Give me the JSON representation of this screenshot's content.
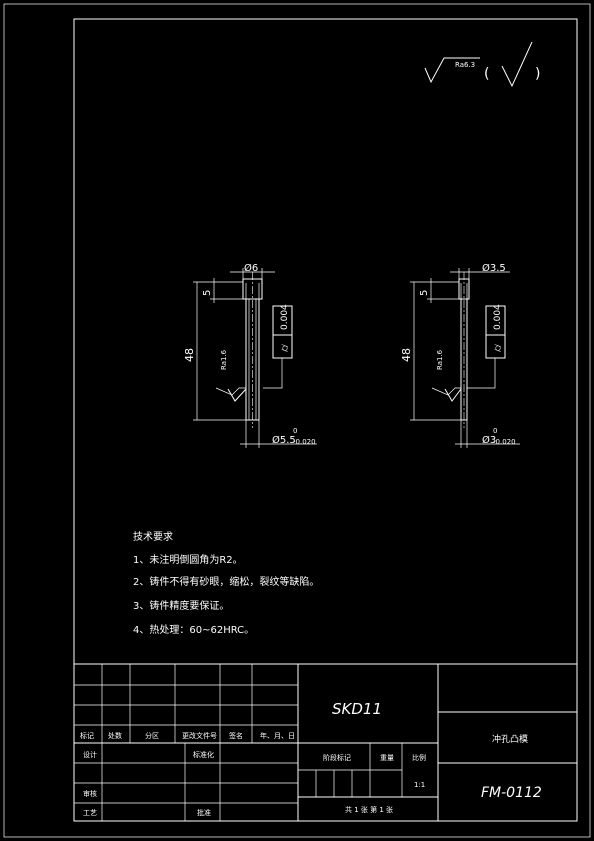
{
  "surface_finish": {
    "symbol_value": "Ra6.3",
    "note_open": "(",
    "note_close": ")"
  },
  "parts": [
    {
      "head_dia": "Ø6",
      "head_len": "5",
      "total_len": "48",
      "roughness": "Ra1.6",
      "tolerance_value": "0.004",
      "shank_dia": "Ø5.5",
      "upper_dev": "0",
      "lower_dev": "-0.020"
    },
    {
      "head_dia": "Ø3.5",
      "head_len": "5",
      "total_len": "48",
      "roughness": "Ra1.6",
      "tolerance_value": "0.004",
      "shank_dia": "Ø3",
      "upper_dev": "0",
      "lower_dev": "-0.020"
    }
  ],
  "notes": {
    "title": "技术要求",
    "items": [
      "1、未注明倒圆角为R2。",
      "2、铸件不得有砂眼，缩松，裂纹等缺陷。",
      "3、铸件精度要保证。",
      "4、热处理：60~62HRC。"
    ]
  },
  "title_block": {
    "material": "SKD11",
    "part_name": "冲孔凸模",
    "drawing_no": "FM-0112",
    "row_labels": [
      "标记",
      "处数",
      "分区",
      "更改文件号",
      "签名",
      "年、月、日"
    ],
    "design": "设计",
    "standardize": "标准化",
    "check": "审核",
    "process": "工艺",
    "approve": "批准",
    "stage_mark": "阶段标记",
    "weight": "重量",
    "scale": "比例",
    "scale_value": "1:1",
    "sheets": "共 1 张  第 1 张"
  }
}
